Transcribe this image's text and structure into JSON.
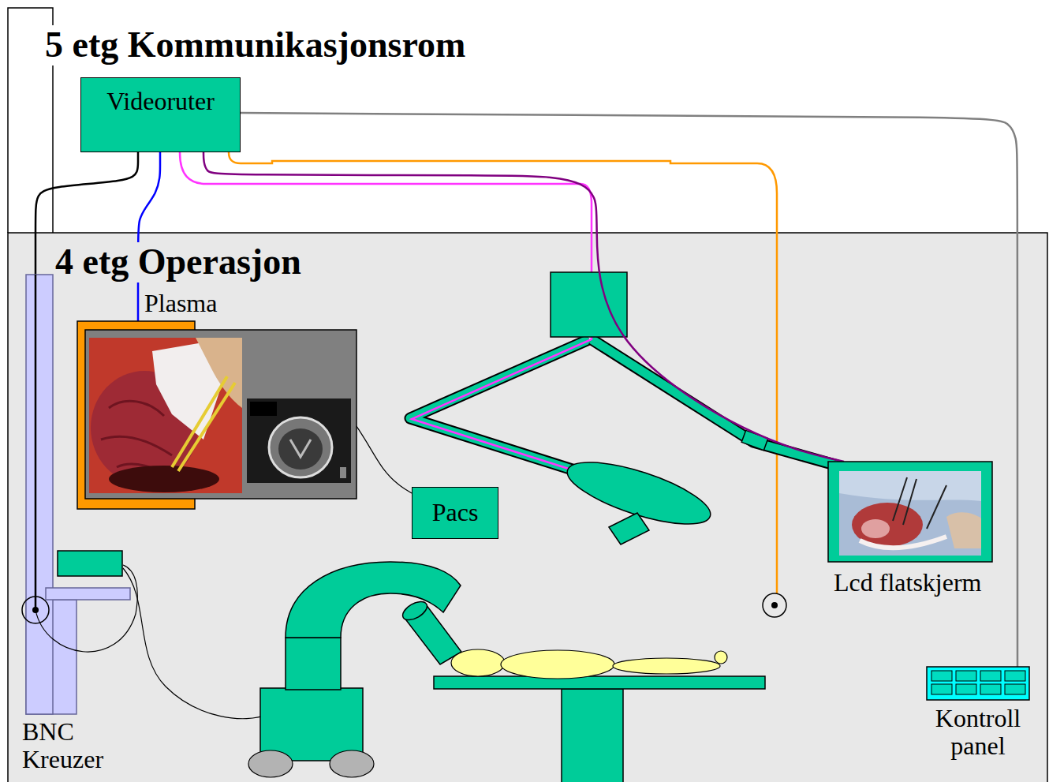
{
  "diagram": {
    "nodes": [
      {
        "text": [
          "5 etg Kommunikasjonsrom"
        ]
      },
      {
        "text": [
          "Videoruter"
        ],
        "in": 0
      },
      {
        "text": [
          "4 etg Operasjon"
        ]
      },
      {
        "text": [
          "Plasma"
        ],
        "in": 2
      },
      {
        "text": [
          "Pacs"
        ],
        "in": 2
      },
      {
        "text": [
          "Lcd flatskjerm"
        ],
        "in": 2
      },
      {
        "text": [
          "BNC Kreuzer"
        ],
        "in": 2
      },
      {
        "text": [
          "Kontroll panel"
        ],
        "in": 2
      }
    ],
    "edges": [
      {
        "from": 1,
        "to": 6,
        "arrow": "none"
      },
      {
        "from": 1,
        "to": 3,
        "arrow": "none"
      },
      {
        "from": 1,
        "to": 5,
        "arrow": "none"
      },
      {
        "from": 1,
        "to": 7,
        "arrow": "none"
      },
      {
        "from": 4,
        "to": 3,
        "arrow": "none"
      }
    ]
  }
}
